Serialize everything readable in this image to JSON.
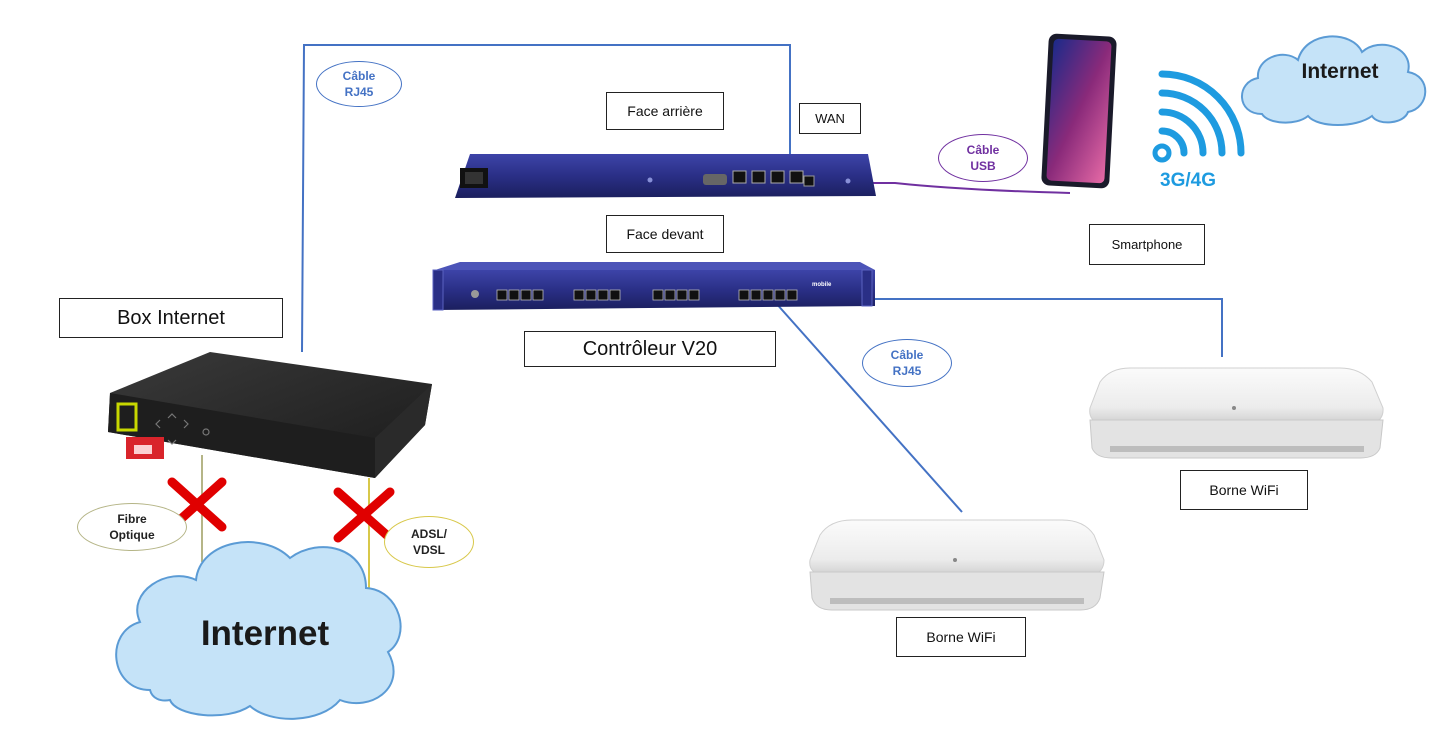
{
  "labels": {
    "box_internet": "Box Internet",
    "face_arriere": "Face arrière",
    "wan": "WAN",
    "face_devant": "Face devant",
    "controleur": "Contrôleur V20",
    "smartphone": "Smartphone",
    "borne_wifi_right": "Borne WiFi",
    "borne_wifi_bottom": "Borne WiFi"
  },
  "ovals": {
    "cable_rj45_top": [
      "Câble",
      "RJ45"
    ],
    "cable_usb": [
      "Câble",
      "USB"
    ],
    "cable_rj45_mid": [
      "Câble",
      "RJ45"
    ],
    "fibre": [
      "Fibre",
      "Optique"
    ],
    "adsl": [
      "ADSL/",
      "VDSL"
    ]
  },
  "clouds": {
    "internet_top": "Internet",
    "internet_bottom": "Internet"
  },
  "signal": {
    "text": "3G/4G"
  },
  "device_text": {
    "mobile_logo": "mobile"
  },
  "colors": {
    "rj45_line": "#4472c4",
    "usb_line": "#7030a0",
    "cross": "#e00000",
    "cloud_fill": "#c5e3f8",
    "cloud_stroke": "#5b9bd5",
    "signal": "#1e9be0",
    "rack_blue": "#2a2f86"
  }
}
